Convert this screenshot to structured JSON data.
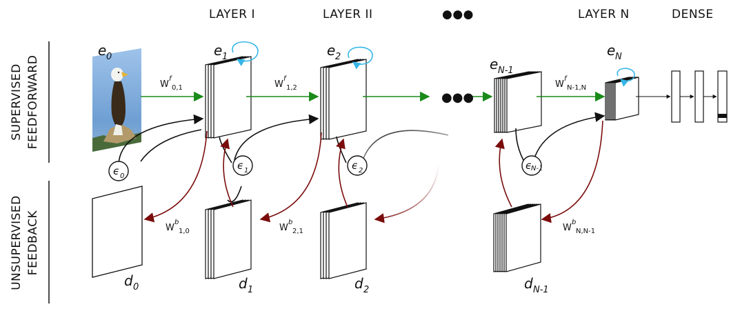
{
  "headers": {
    "layer1": "LAYER I",
    "layer2": "LAYER II",
    "ellipsis": "●●●",
    "layerN": "LAYER N",
    "dense": "DENSE"
  },
  "side_labels": {
    "supervised_line1": "SUPERVISED",
    "supervised_line2": "FEEDFORWARD",
    "unsupervised_line1": "UNSUPERVISED",
    "unsupervised_line2": "FEEDBACK"
  },
  "encoders": {
    "e0": {
      "base": "e",
      "sub": "0"
    },
    "e1": {
      "base": "e",
      "sub": "1"
    },
    "e2": {
      "base": "e",
      "sub": "2"
    },
    "eN1": {
      "base": "e",
      "sub": "N-1"
    },
    "eN": {
      "base": "e",
      "sub": "N"
    }
  },
  "decoders": {
    "d0": {
      "base": "d",
      "sub": "0"
    },
    "d1": {
      "base": "d",
      "sub": "1"
    },
    "d2": {
      "base": "d",
      "sub": "2"
    },
    "dN1": {
      "base": "d",
      "sub": "N-1"
    }
  },
  "errors": {
    "eps0": {
      "base": "ϵ",
      "sub": "0"
    },
    "eps1": {
      "base": "ϵ",
      "sub": "1"
    },
    "eps2": {
      "base": "ϵ",
      "sub": "2"
    },
    "epsN1": {
      "base": "ϵ",
      "sub": "N-1"
    }
  },
  "forward_weights": {
    "w01": {
      "base": "W",
      "sup": "f",
      "sub": "0,1"
    },
    "w12": {
      "base": "W",
      "sup": "f",
      "sub": "1,2"
    },
    "wN1N": {
      "base": "W",
      "sup": "f",
      "sub": "N-1,N"
    }
  },
  "backward_weights": {
    "b10": {
      "base": "W",
      "sup": "b",
      "sub": "1,0"
    },
    "b21": {
      "base": "W",
      "sup": "b",
      "sub": "2,1"
    },
    "bNN1": {
      "base": "W",
      "sup": "b",
      "sub": "N,N-1"
    }
  },
  "middle_ellipsis": "●●●",
  "icons": {
    "input_image": "eagle-photo-icon",
    "recurrent": "recurrent-loop-icon"
  },
  "colors": {
    "forward": "#1a8a1a",
    "backward": "#7a0c0c",
    "lateral": "#111111",
    "recurrent": "#35b6e6"
  }
}
